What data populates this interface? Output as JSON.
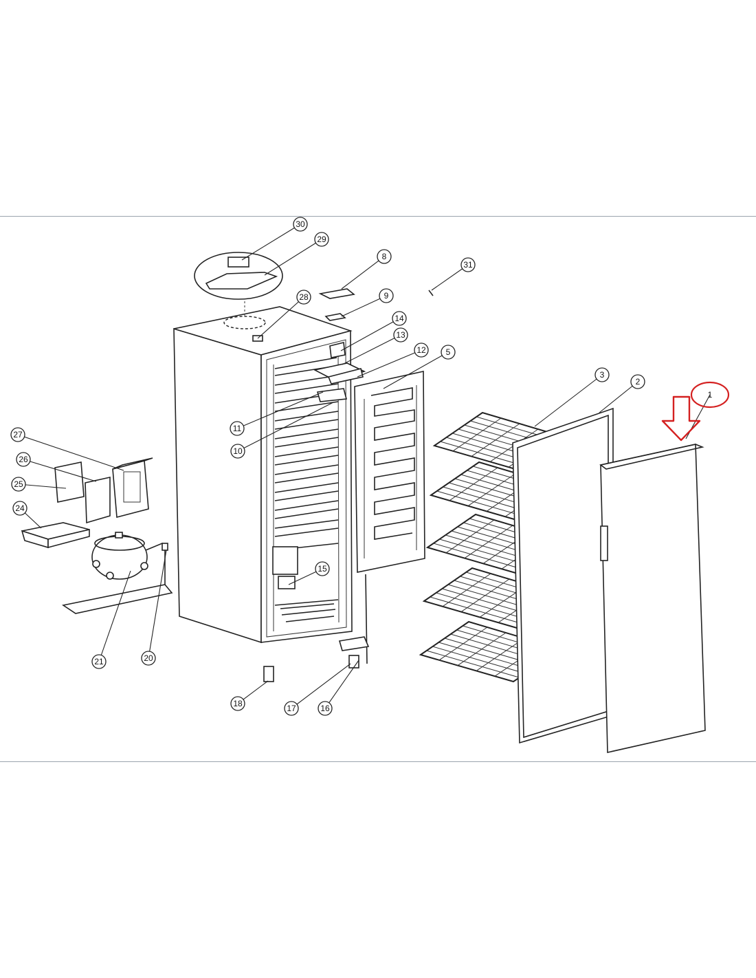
{
  "diagram": {
    "callouts": [
      {
        "id": "30",
        "label": "30"
      },
      {
        "id": "29",
        "label": "29"
      },
      {
        "id": "8",
        "label": "8"
      },
      {
        "id": "31",
        "label": "31"
      },
      {
        "id": "9",
        "label": "9"
      },
      {
        "id": "28",
        "label": "28"
      },
      {
        "id": "14",
        "label": "14"
      },
      {
        "id": "13",
        "label": "13"
      },
      {
        "id": "12",
        "label": "12"
      },
      {
        "id": "5",
        "label": "5"
      },
      {
        "id": "3",
        "label": "3"
      },
      {
        "id": "2",
        "label": "2"
      },
      {
        "id": "1",
        "label": "1"
      },
      {
        "id": "11",
        "label": "11"
      },
      {
        "id": "10",
        "label": "10"
      },
      {
        "id": "27",
        "label": "27"
      },
      {
        "id": "26",
        "label": "26"
      },
      {
        "id": "25",
        "label": "25"
      },
      {
        "id": "24",
        "label": "24"
      },
      {
        "id": "15",
        "label": "15"
      },
      {
        "id": "21",
        "label": "21"
      },
      {
        "id": "20",
        "label": "20"
      },
      {
        "id": "18",
        "label": "18"
      },
      {
        "id": "17",
        "label": "17"
      },
      {
        "id": "16",
        "label": "16"
      }
    ],
    "highlight_color": "#d42020",
    "line_color": "#222222",
    "rule_color": "#9aa3ad"
  }
}
